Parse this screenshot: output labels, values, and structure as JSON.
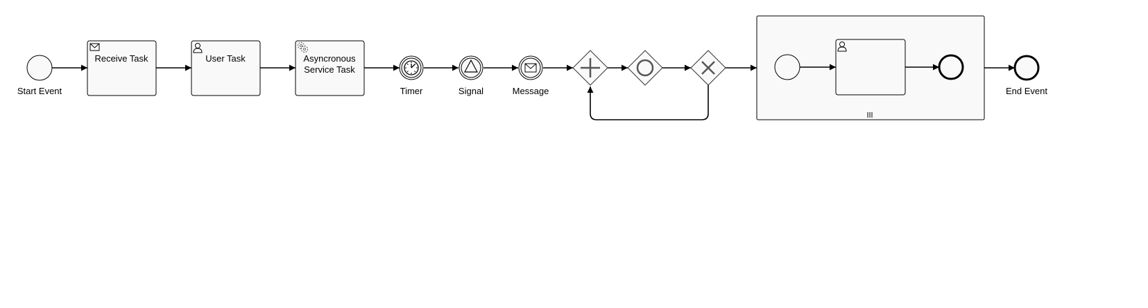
{
  "diagram": {
    "start_event": {
      "label": "Start Event"
    },
    "receive_task": {
      "label": "Receive Task",
      "icon": "envelope-icon"
    },
    "user_task": {
      "label": "User Task",
      "icon": "user-icon"
    },
    "service_task": {
      "line1": "Asyncronous",
      "line2": "Service Task",
      "icon": "gear-icon"
    },
    "timer_event": {
      "label": "Timer",
      "icon": "clock-icon"
    },
    "signal_event": {
      "label": "Signal",
      "icon": "triangle-icon"
    },
    "message_event": {
      "label": "Message",
      "icon": "envelope-icon"
    },
    "parallel_gateway": {
      "icon": "plus-icon"
    },
    "inclusive_gateway": {
      "icon": "circle-icon"
    },
    "exclusive_gateway": {
      "icon": "x-icon"
    },
    "subprocess": {
      "marker": "III",
      "inner_task_icon": "user-icon"
    },
    "end_event": {
      "label": "End Event"
    }
  }
}
